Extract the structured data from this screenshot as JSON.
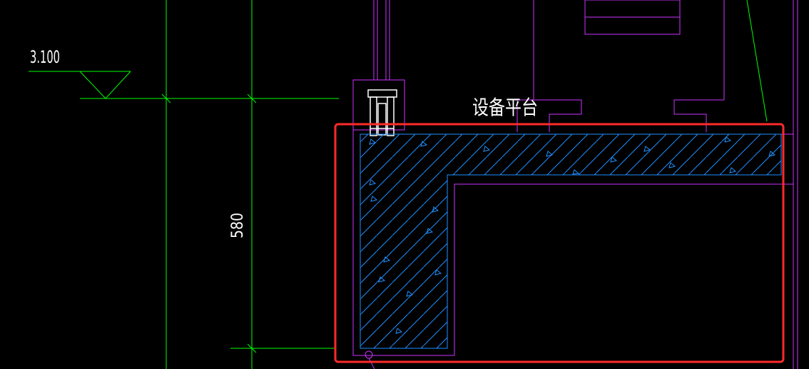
{
  "drawing": {
    "elevation_label": "3.100",
    "dimension_label": "580",
    "platform_label": "设备平台"
  },
  "colors": {
    "background": "#000000",
    "dimension_lines": "#00ff00",
    "outline": "#cc33ff",
    "hatch": "#1e90ff",
    "highlight_box": "#ff2a2a",
    "text": "#ffffff"
  }
}
